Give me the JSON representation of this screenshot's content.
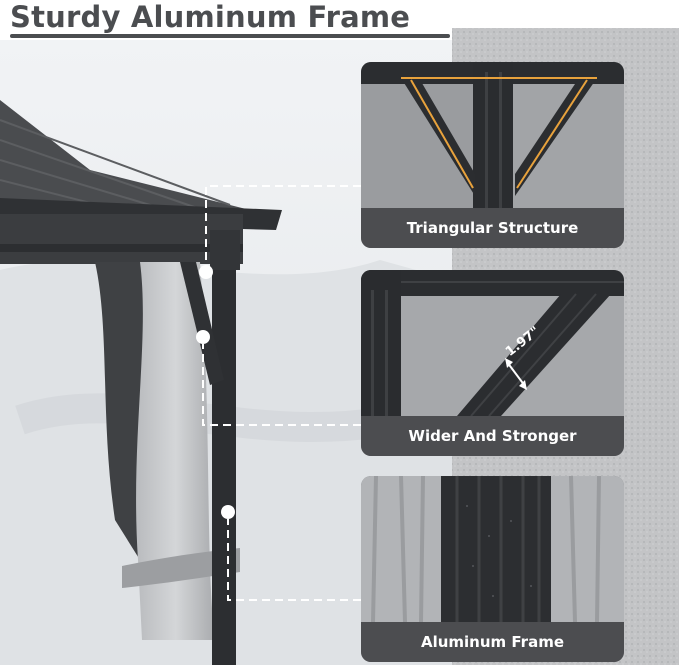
{
  "headline": "Sturdy Aluminum Frame",
  "cards": [
    {
      "label": "Triangular Structure"
    },
    {
      "label": "Wider And Stronger",
      "measurement": "1.97\""
    },
    {
      "label": "Aluminum Frame"
    }
  ],
  "colors": {
    "label_bar": "#4c4d50",
    "headline_text": "#4b4d50",
    "accent_glow": "#e8a23c",
    "connector_line": "#ffffff"
  }
}
